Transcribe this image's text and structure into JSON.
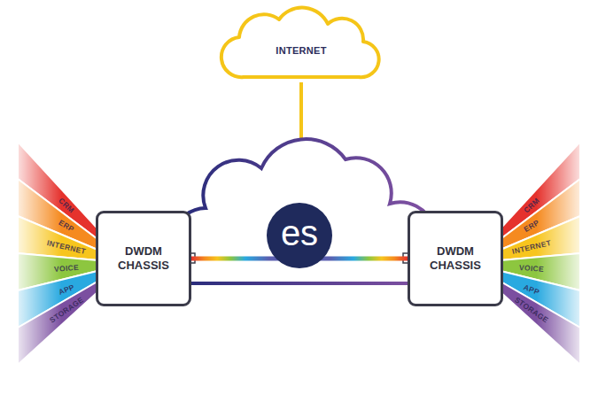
{
  "diagram": {
    "nodes": [
      {
        "text": [
          "INTERNET"
        ]
      },
      {
        "text": [
          "DWDM CHASSIS"
        ]
      },
      {
        "text": [
          "es"
        ]
      },
      {
        "text": [
          "DWDM CHASSIS"
        ]
      }
    ],
    "edges": [
      {
        "from": 1,
        "to": 3,
        "arrow": "none"
      },
      {
        "from": 1,
        "to": 3,
        "arrow": "none"
      }
    ],
    "labels": [
      "CRM",
      "ERP",
      "INTERNET",
      "VOICE",
      "APP",
      "STORAGE",
      "CRM",
      "ERP",
      "INTERNET",
      "VOICE",
      "APP",
      "STORAGE"
    ]
  }
}
